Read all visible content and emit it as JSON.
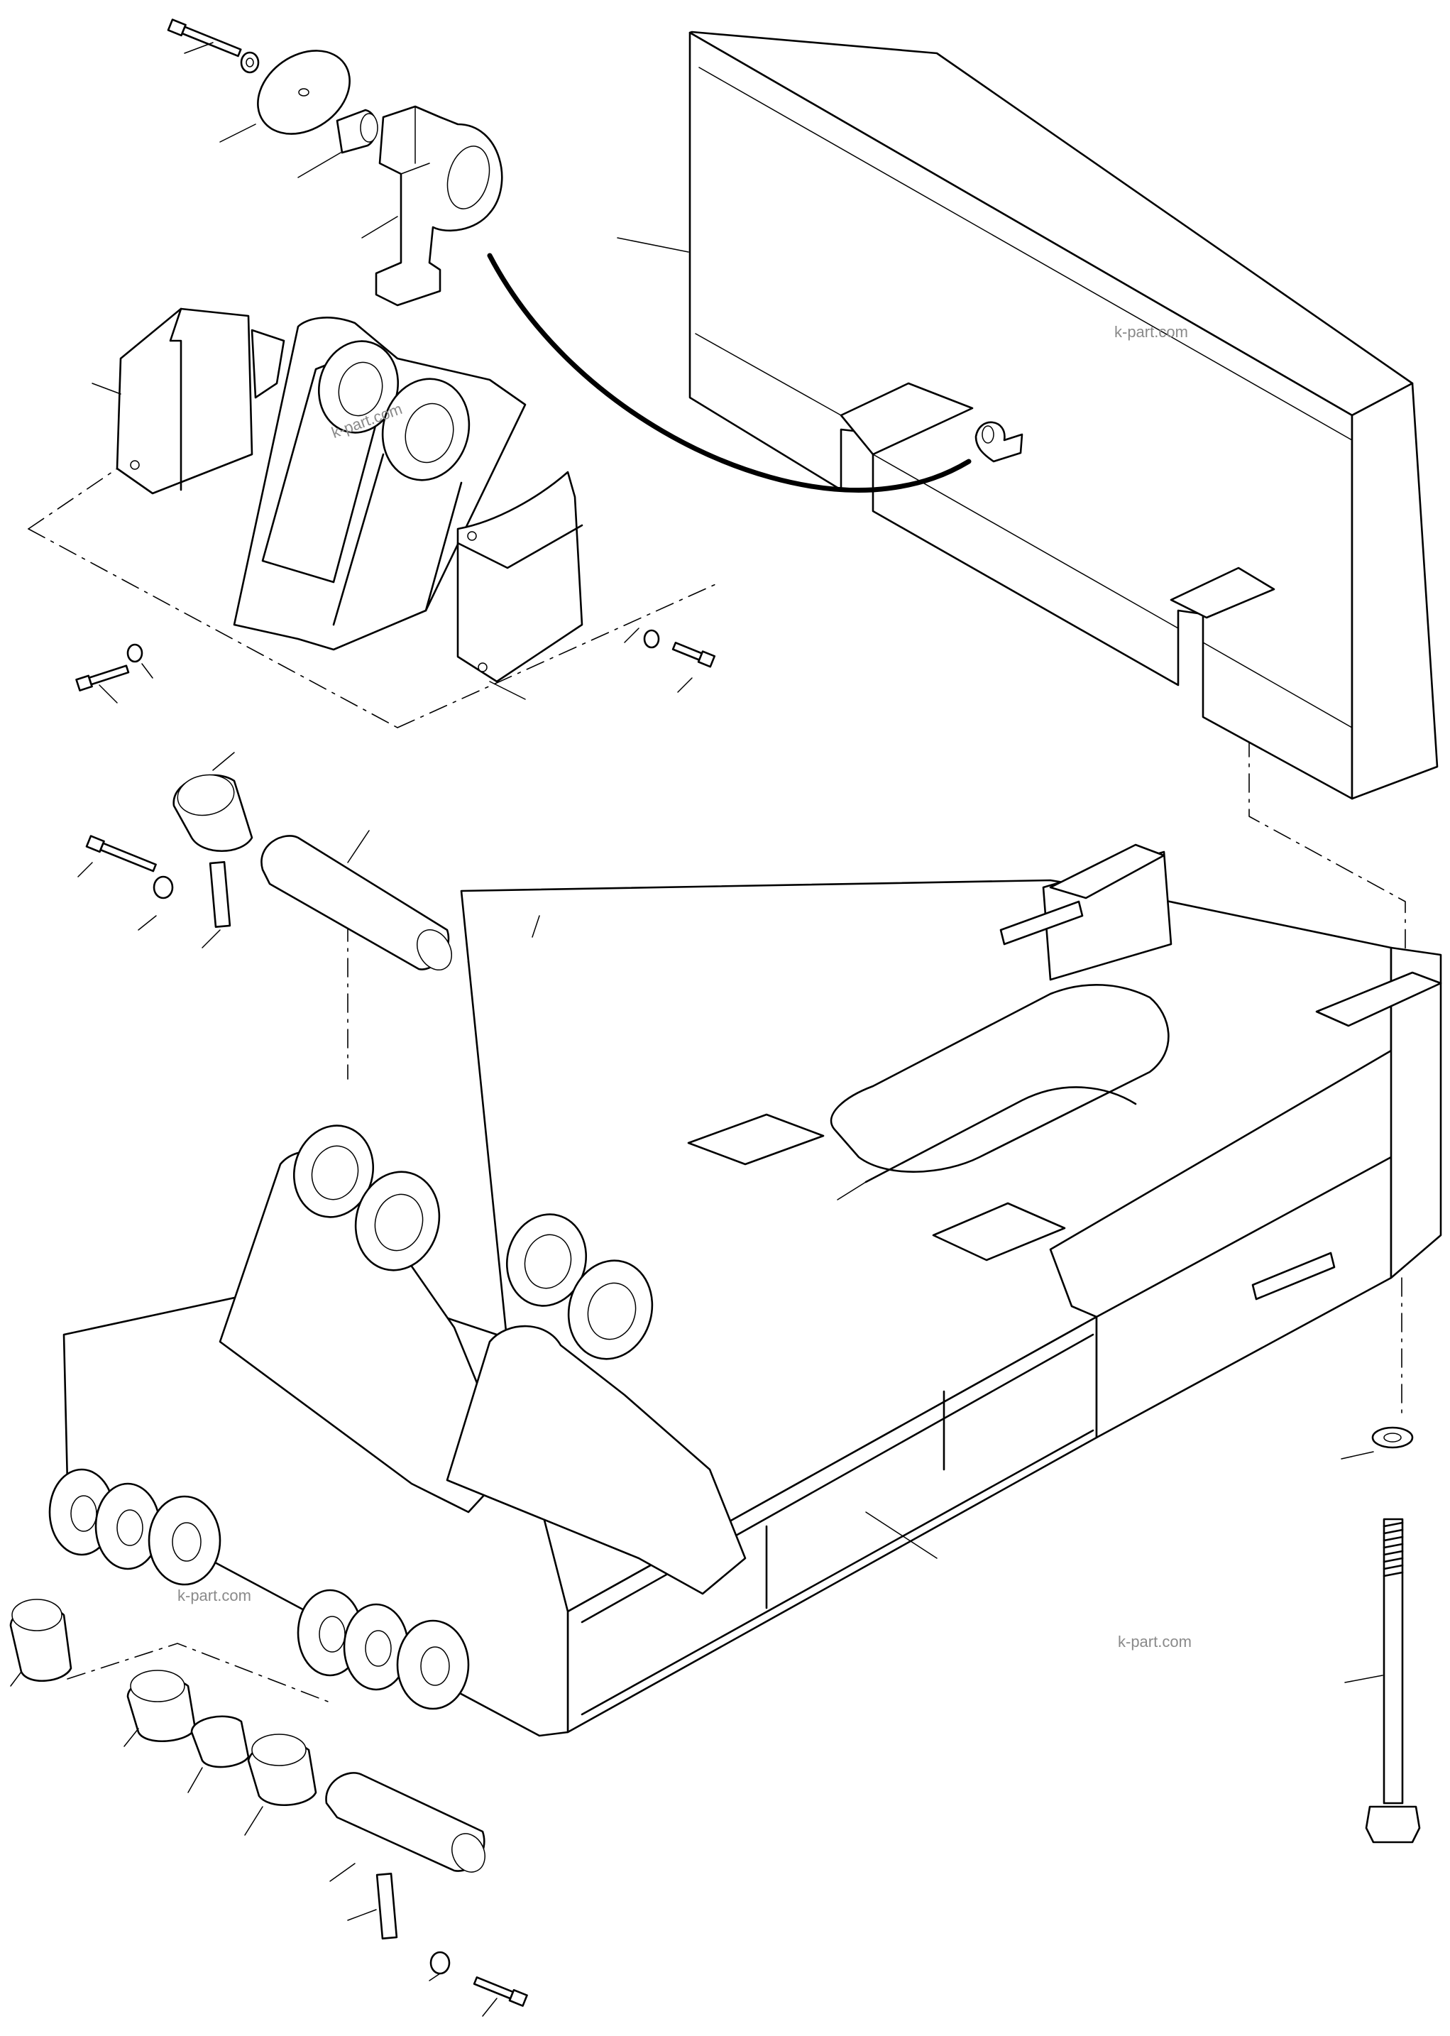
{
  "watermarks": [
    {
      "text": "k-part.com"
    },
    {
      "text": "k-part.com"
    },
    {
      "text": "k-part.com"
    },
    {
      "text": "k-part.com"
    }
  ]
}
